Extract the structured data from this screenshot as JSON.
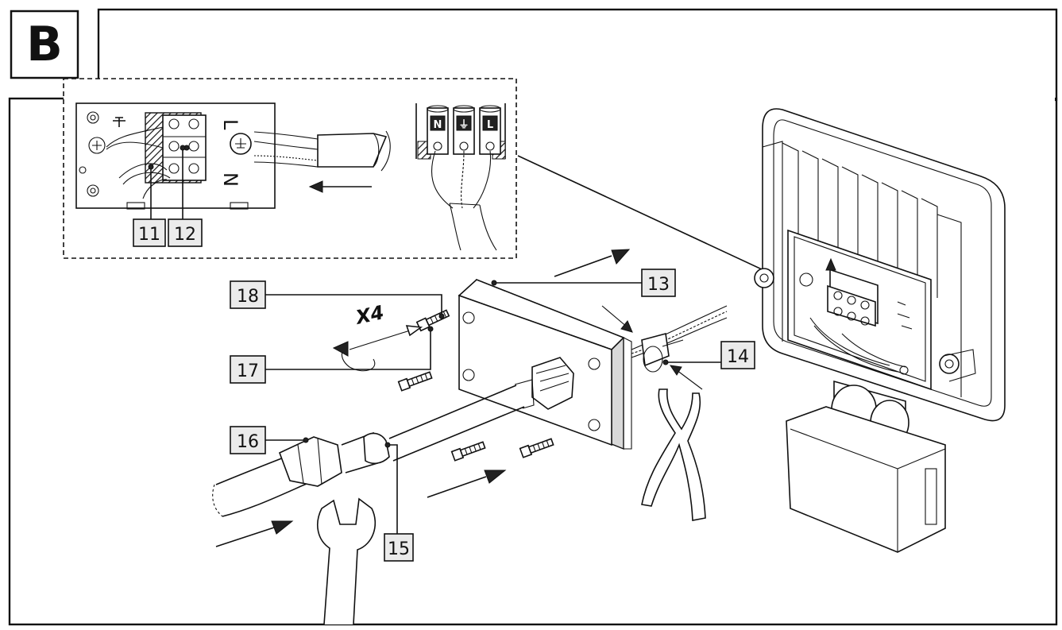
{
  "panel": {
    "letter": "B"
  },
  "callouts": {
    "c11": "11",
    "c12": "12",
    "c13": "13",
    "c14": "14",
    "c15": "15",
    "c16": "16",
    "c17": "17",
    "c18": "18"
  },
  "multiplier": "X4",
  "terminal_labels": {
    "neutral": "N",
    "earth": "⏚",
    "live": "L"
  },
  "block_labels": {
    "l": "L",
    "n": "N"
  }
}
